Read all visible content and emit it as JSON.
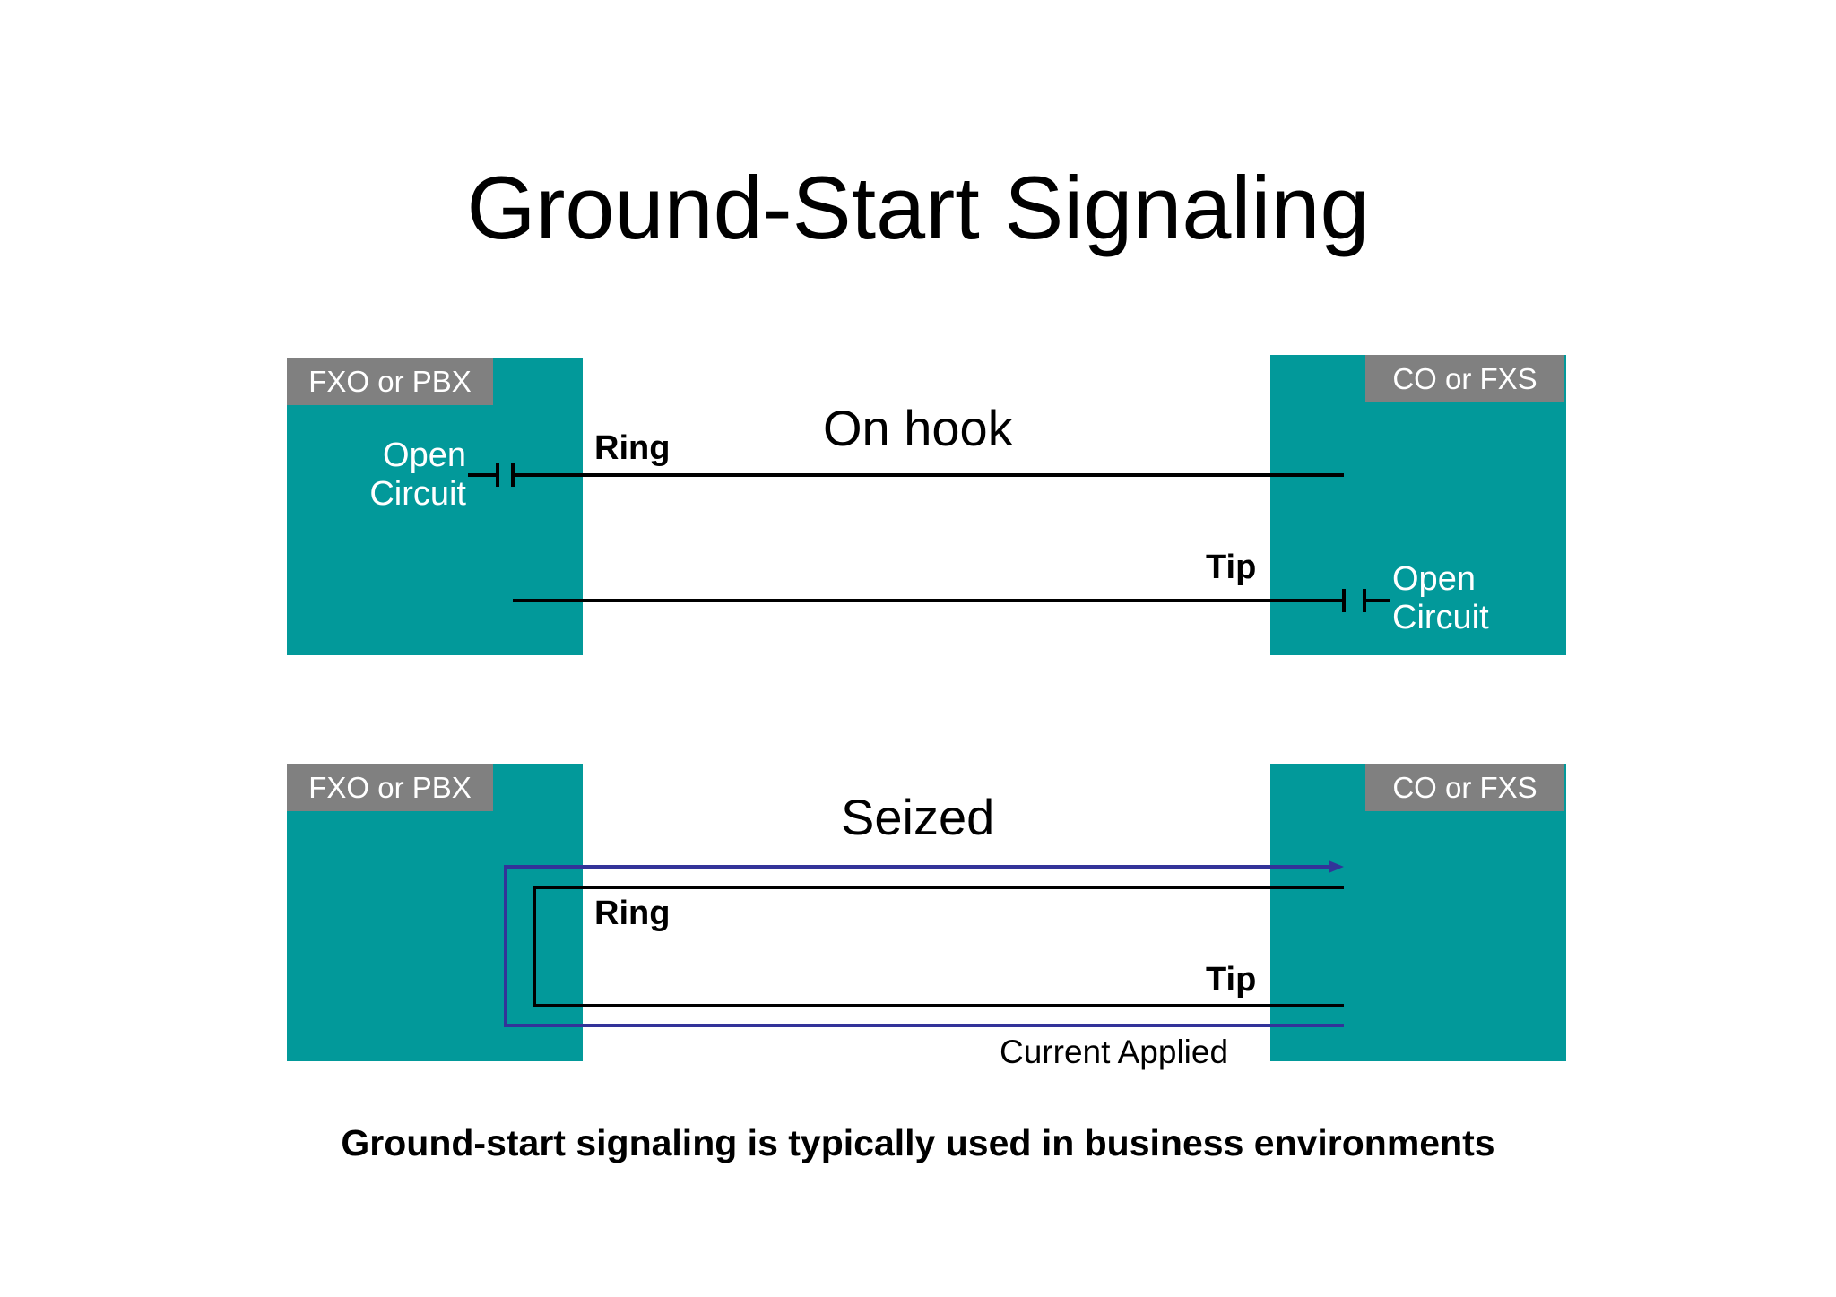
{
  "title": "Ground-Start Signaling",
  "colors": {
    "block": "#02999a",
    "tag": "#808080",
    "wire": "#000000",
    "current": "#333399"
  },
  "panels": [
    {
      "heading": "On hook",
      "left_tag": "FXO or PBX",
      "right_tag": "CO or FXS",
      "ring_label": "Ring",
      "tip_label": "Tip",
      "left_open_circuit": [
        "Open",
        "Circuit"
      ],
      "right_open_circuit": [
        "Open",
        "Circuit"
      ]
    },
    {
      "heading": "Seized",
      "left_tag": "FXO or PBX",
      "right_tag": "CO or FXS",
      "ring_label": "Ring",
      "tip_label": "Tip",
      "current_note": "Current Applied"
    }
  ],
  "caption": "Ground-start signaling is typically used in business environments"
}
